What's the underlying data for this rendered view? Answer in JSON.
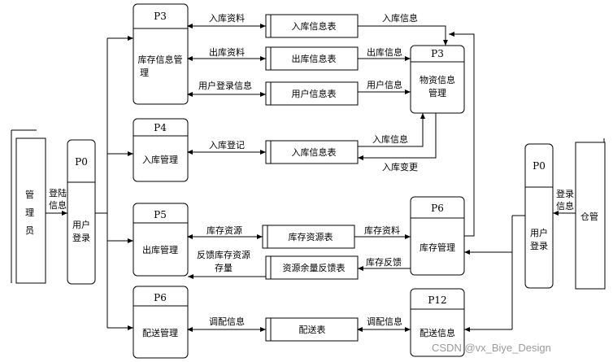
{
  "entities": {
    "admin": "管理员",
    "warehouse": "仓管"
  },
  "processes": {
    "p0_left": {
      "id": "P0",
      "name": "用户登录"
    },
    "p0_right": {
      "id": "P0",
      "name": "用户登录"
    },
    "p3_top": {
      "id": "P3",
      "name": "库存信息管理"
    },
    "p3_right": {
      "id": "P3",
      "name": "物资信息管理"
    },
    "p4": {
      "id": "P4",
      "name": "入库管理"
    },
    "p5": {
      "id": "P5",
      "name": "出库管理"
    },
    "p6_left": {
      "id": "P6",
      "name": "配送管理"
    },
    "p6_right": {
      "id": "P6",
      "name": "库存管理"
    },
    "p12": {
      "id": "P12",
      "name": "配送信息"
    }
  },
  "stores": {
    "s1": "入库信息表",
    "s2": "出库信息表",
    "s3": "用户信息表",
    "s4": "入库信息表",
    "s5": "库存资源表",
    "s6": "资源余量反馈表",
    "s7": "配送表"
  },
  "flows": {
    "login_info_left": "登陆信息",
    "login_info_right": "登录信息",
    "in_data": "入库资料",
    "out_data": "出库资料",
    "user_login_info": "用户登录信息",
    "in_info_1": "入库信息",
    "out_info": "出库信息",
    "user_info": "用户信息",
    "in_register": "入库登记",
    "in_info_2": "入库信息",
    "in_change": "入库变更",
    "stock_resource": "库存资源",
    "stock_data": "库存资料",
    "feedback_resource": "反馈库存资源存量",
    "stock_feedback": "库存反馈",
    "dispatch_info_left": "调配信息",
    "dispatch_info_right": "调配信息"
  },
  "watermark": "CSDN @vx_Biye_Design"
}
